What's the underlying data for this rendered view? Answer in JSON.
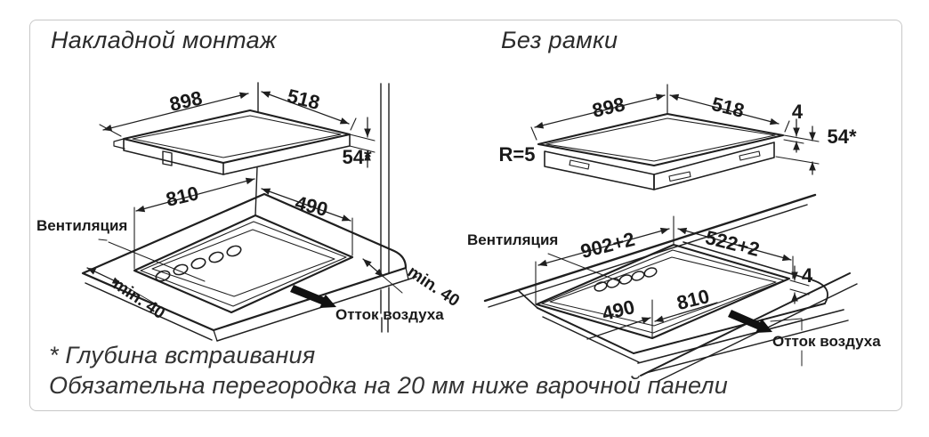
{
  "colors": {
    "line": "#1f1f1f",
    "text": "#1a1a1a",
    "frame_border": "#c7c7c7",
    "background": "#ffffff",
    "arrow_fill": "#111111"
  },
  "left": {
    "title": "Накладной монтаж",
    "dims": {
      "top_width": "898",
      "top_depth": "518",
      "build_in_depth": "54*",
      "cutout_width": "810",
      "cutout_depth": "490",
      "side_margin_left": "min. 40",
      "side_margin_right": "min. 40"
    },
    "labels": {
      "ventilation": "Вентиляция",
      "air_outflow": "Отток воздуха"
    }
  },
  "right": {
    "title": "Без рамки",
    "dims": {
      "top_width": "898",
      "top_depth": "518",
      "glass_thickness": "4",
      "build_in_depth": "54*",
      "corner_radius": "R=5",
      "cutout_width": "902+2",
      "cutout_depth": "522+2",
      "recess_depth": "4",
      "inner_depth": "490",
      "inner_width": "810"
    },
    "labels": {
      "ventilation": "Вентиляция",
      "air_outflow": "Отток воздуха"
    }
  },
  "footnotes": {
    "line1": "* Глубина встраивания",
    "line2": "Обязательна перегородка на 20 мм ниже варочной панели"
  }
}
